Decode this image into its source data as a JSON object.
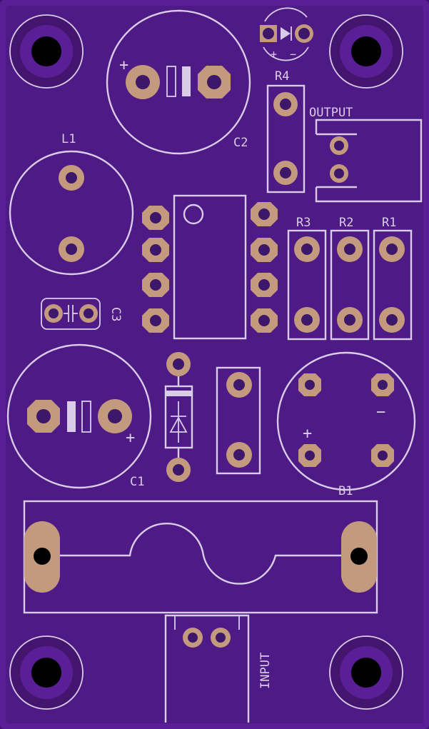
{
  "board": {
    "colors": {
      "substrate": "#5a1f96",
      "copper_pour": "#4e1a86",
      "silkscreen": "#d9cce8",
      "pad": "#c49a7e",
      "hole": "#000000"
    }
  },
  "labels": {
    "r4": "R4",
    "output": "OUTPUT",
    "l1": "L1",
    "c2": "C2",
    "r3": "R3",
    "r2": "R2",
    "r1": "R1",
    "c3": "C3",
    "c1": "C1",
    "b1": "B1",
    "input": "INPUT",
    "plus_c2": "+",
    "plus_c1": "+",
    "b1_plus": "+",
    "b1_minus": "−",
    "led_plus": "+",
    "led_minus": "−"
  },
  "icons": [
    "mounting-hole-icon",
    "diode-symbol-icon",
    "led-symbol-icon",
    "capacitor-symbol-icon"
  ]
}
